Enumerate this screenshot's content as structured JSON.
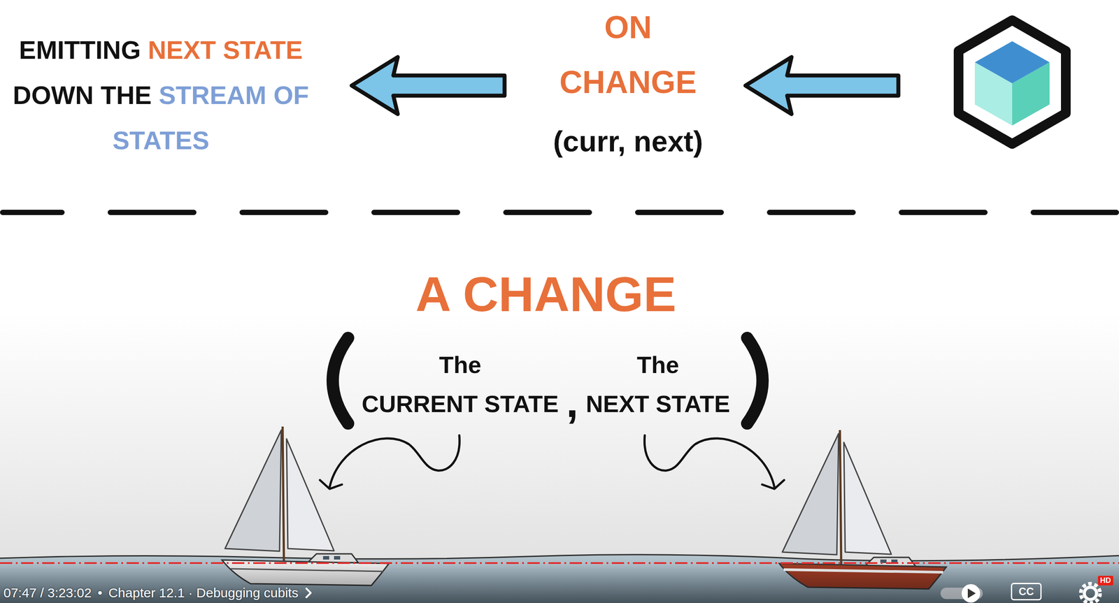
{
  "diagram": {
    "labels": [
      "EMITTING",
      "NEXT STATE",
      "DOWN THE",
      "STREAM OF STATES",
      "ON CHANGE",
      "(curr, next)",
      "A CHANGE",
      "The",
      "CURRENT STATE",
      ",",
      "The",
      "NEXT STATE",
      "07:47 / 3:23:02",
      "•",
      "Chapter 12.1 · Debugging cubits",
      "CC",
      "HD"
    ]
  }
}
